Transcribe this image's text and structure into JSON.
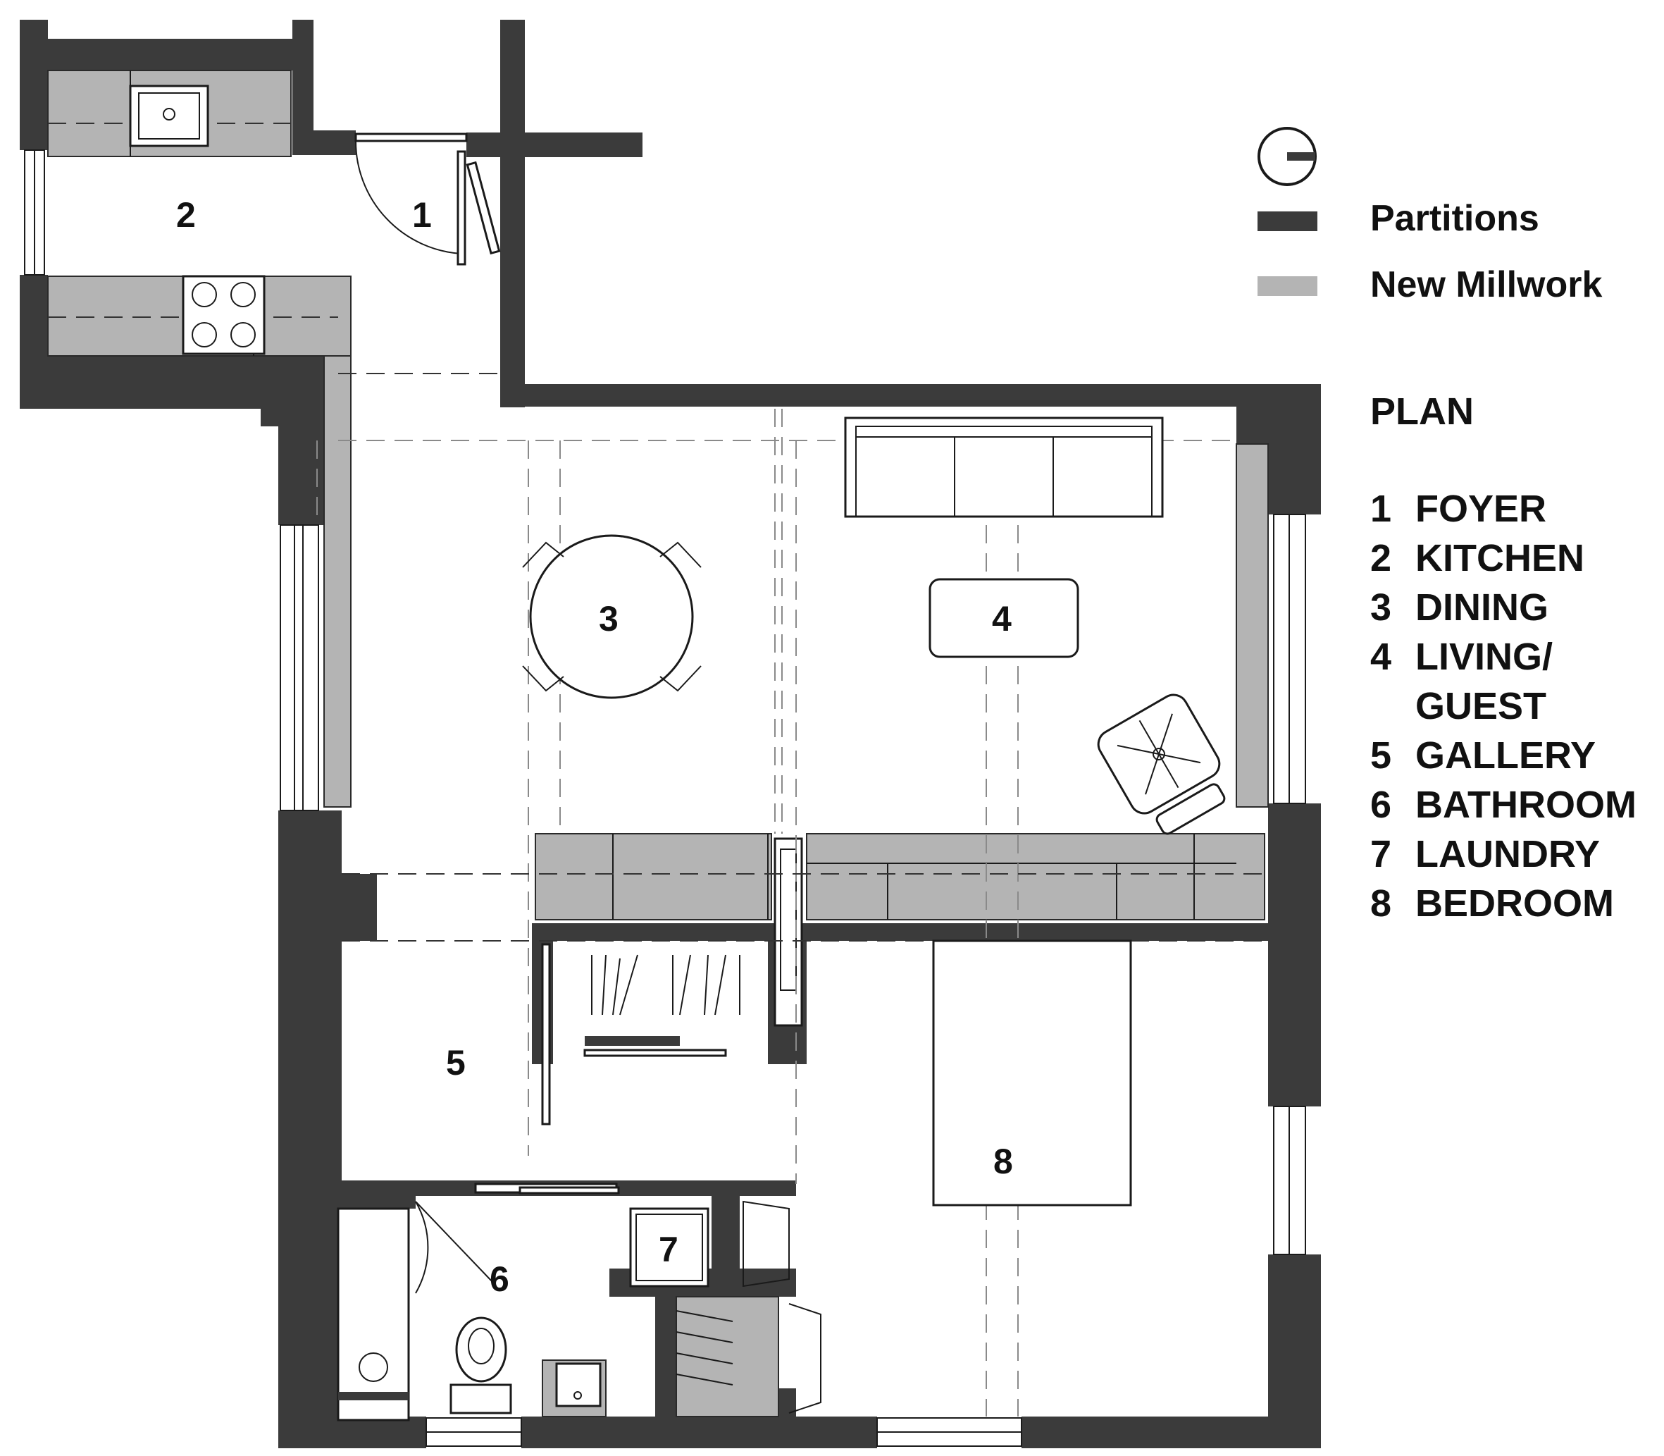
{
  "legend": {
    "north_symbol": "north-arrow-icon",
    "items": [
      {
        "label": "Partitions",
        "swatch": "#3b3b3b"
      },
      {
        "label": "New Millwork",
        "swatch": "#b4b4b4"
      }
    ]
  },
  "plan_title": "PLAN",
  "rooms": [
    {
      "num": "1",
      "name": "FOYER"
    },
    {
      "num": "2",
      "name": "KITCHEN"
    },
    {
      "num": "3",
      "name": "DINING"
    },
    {
      "num": "4",
      "name": "LIVING/"
    },
    {
      "num": "",
      "name": "GUEST"
    },
    {
      "num": "5",
      "name": "GALLERY"
    },
    {
      "num": "6",
      "name": "BATHROOM"
    },
    {
      "num": "7",
      "name": "LAUNDRY"
    },
    {
      "num": "8",
      "name": "BEDROOM"
    }
  ],
  "plan_labels": [
    "1",
    "2",
    "3",
    "4",
    "5",
    "6",
    "7",
    "8"
  ]
}
